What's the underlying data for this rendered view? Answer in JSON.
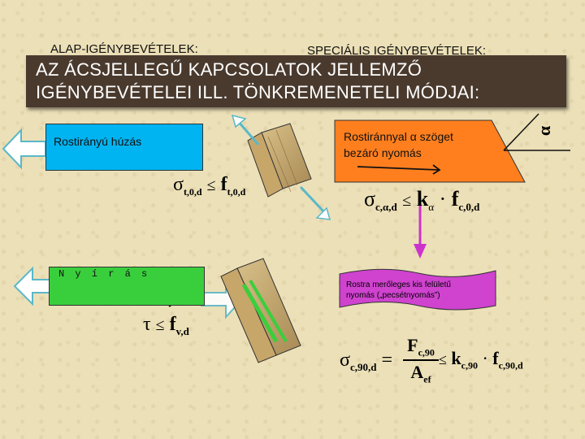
{
  "header": {
    "left": "ALAP-IGÉNYBEVÉTELEK:",
    "right": "SPECIÁLIS IGÉNYBEVÉTELEK:"
  },
  "banner": {
    "line1": "AZ ÁCSJELLEGŰ KAPCSOLATOK JELLEMZŐ",
    "line2": "IGÉNYBEVÉTELEI ILL. TÖNKREMENETELI MÓDJAI:"
  },
  "tension": {
    "label": "Rostirányú húzás"
  },
  "angle_compression": {
    "line1": "Rostiránnyal α szöget",
    "line2": "bezáró nyomás",
    "corner_symbol": "α"
  },
  "shear": {
    "label": "N y í r á s"
  },
  "perp_compression": {
    "line1": "Rostra merőleges kis felületű",
    "line2": "nyomás („pecsétnyomás”)"
  },
  "formulas": {
    "tension": {
      "sigma": "σ",
      "sub1": "t,0,d",
      "rel": "≤",
      "f": "f",
      "sub2": "t,0,d"
    },
    "angle": {
      "sigma": "σ",
      "sub1": "c,α,d",
      "rel": "≤",
      "k": "k",
      "ksub": "α",
      "dot": "·",
      "f": "f",
      "fsub": "c,0,d"
    },
    "shear": {
      "tau": "τ",
      "rel": "≤",
      "f": "f",
      "sub": "v,d"
    },
    "perp": {
      "sigma": "σ",
      "sub1": "c,90,d",
      "eq": "=",
      "num": "F",
      "numsub": "c,90",
      "den": "A",
      "densub": "ef",
      "rel": "≤",
      "k": "k",
      "ksub": "c,90",
      "dot": "·",
      "f": "f",
      "fsub": "c,90,d"
    }
  },
  "colors": {
    "banner": "#4a3a2e",
    "tension_box": "#00b4f2",
    "angle_box": "#ff7f1e",
    "shear_box": "#39cf3c",
    "perp_box": "#cf43cf",
    "arrow_accent": "#5ab8c8",
    "connector": "#cc33cc"
  }
}
